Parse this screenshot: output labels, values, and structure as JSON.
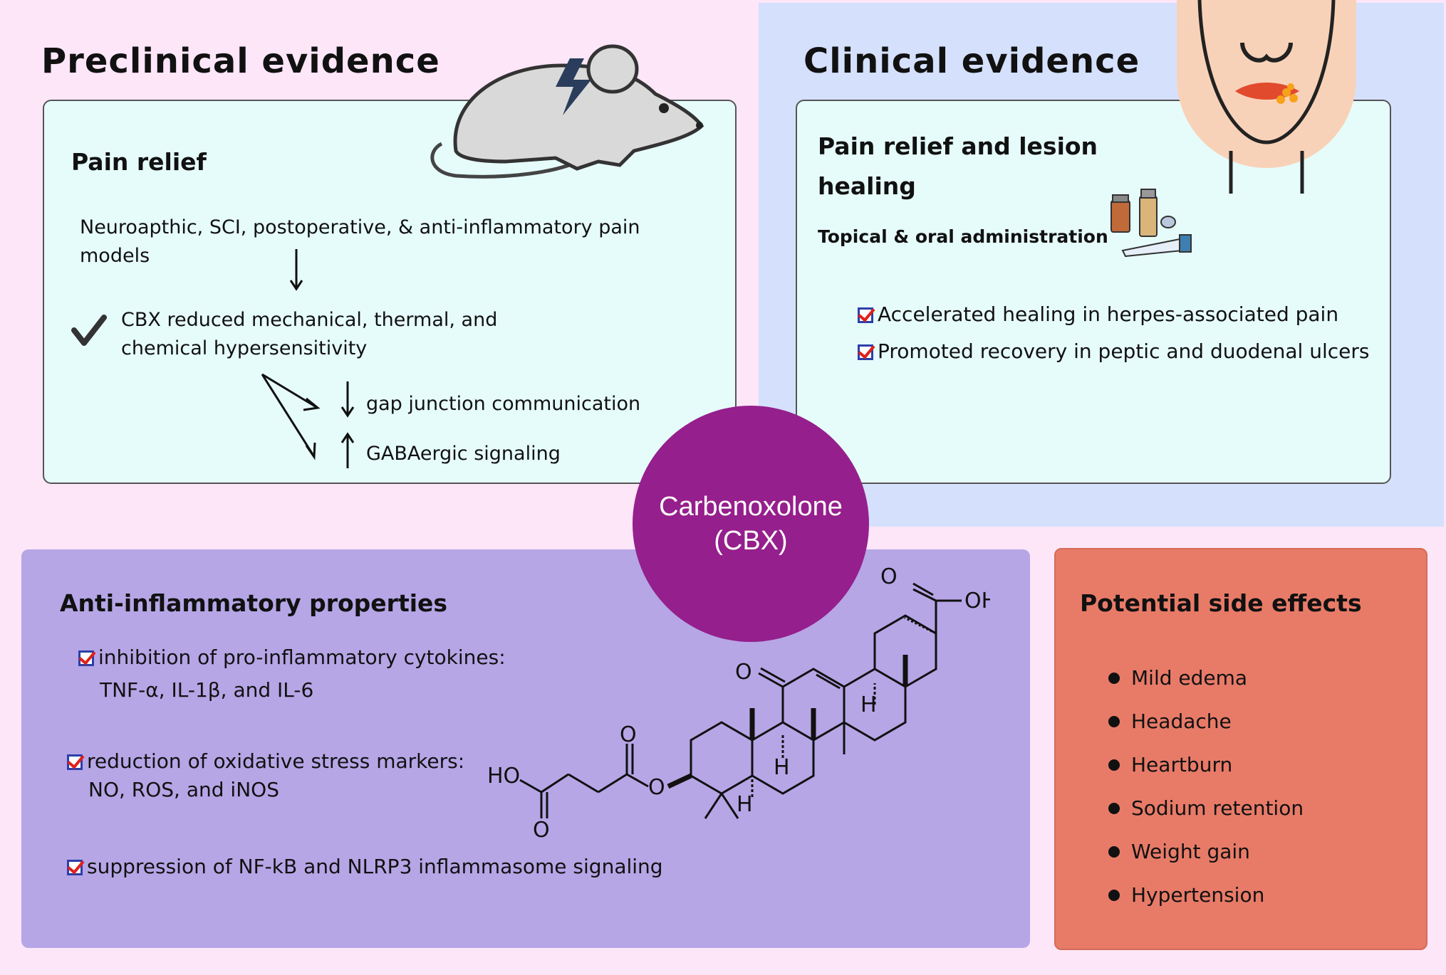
{
  "preclinical": {
    "title": "Preclinical evidence",
    "card_title": "Pain relief",
    "models": "Neuroapthic, SCI, postoperative, & anti-inflammatory pain models",
    "result": "CBX reduced mechanical, thermal, and chemical hypersensitivity",
    "mechanisms": [
      "gap junction communication",
      "GABAergic signaling"
    ]
  },
  "clinical": {
    "title": "Clinical evidence",
    "card_title_line1": "Pain relief and lesion",
    "card_title_line2": "healing",
    "administration": "Topical & oral administration",
    "findings": [
      "Accelerated healing in herpes-associated pain",
      "Promoted recovery in peptic and duodenal ulcers"
    ]
  },
  "center": {
    "name_line1": "Carbenoxolone",
    "name_line2": "(CBX)"
  },
  "anti_inflammatory": {
    "title": "Anti-inflammatory properties",
    "items": [
      {
        "main": "inhibition of pro-inflammatory cytokines:",
        "detail": "TNF-α, IL-1β, and IL-6"
      },
      {
        "main": "reduction of oxidative stress markers:",
        "detail": "NO, ROS, and iNOS"
      },
      {
        "main": "suppression of NF-kB and NLRP3 inflammasome signaling",
        "detail": ""
      }
    ]
  },
  "molecule": {
    "labels": [
      "O",
      "OH",
      "O",
      "H",
      "H",
      "H",
      "O",
      "HO",
      "O",
      "O"
    ]
  },
  "side_effects": {
    "title": "Potential side effects",
    "items": [
      "Mild edema",
      "Headache",
      "Heartburn",
      "Sodium retention",
      "Weight gain",
      "Hypertension"
    ]
  },
  "colors": {
    "background": "#fce6f8",
    "clinical_background": "#d5e0fd",
    "card": "#e6fcfb",
    "anti_inflammatory_box": "#b6a6e6",
    "side_effects_box": "#e87b68",
    "center_circle": "#951f8c"
  },
  "icons": [
    "mouse-icon",
    "lightning-icon",
    "face-lesion-icon",
    "medication-icon",
    "checkmark-icon",
    "checkbox-icon",
    "molecule-structure"
  ]
}
